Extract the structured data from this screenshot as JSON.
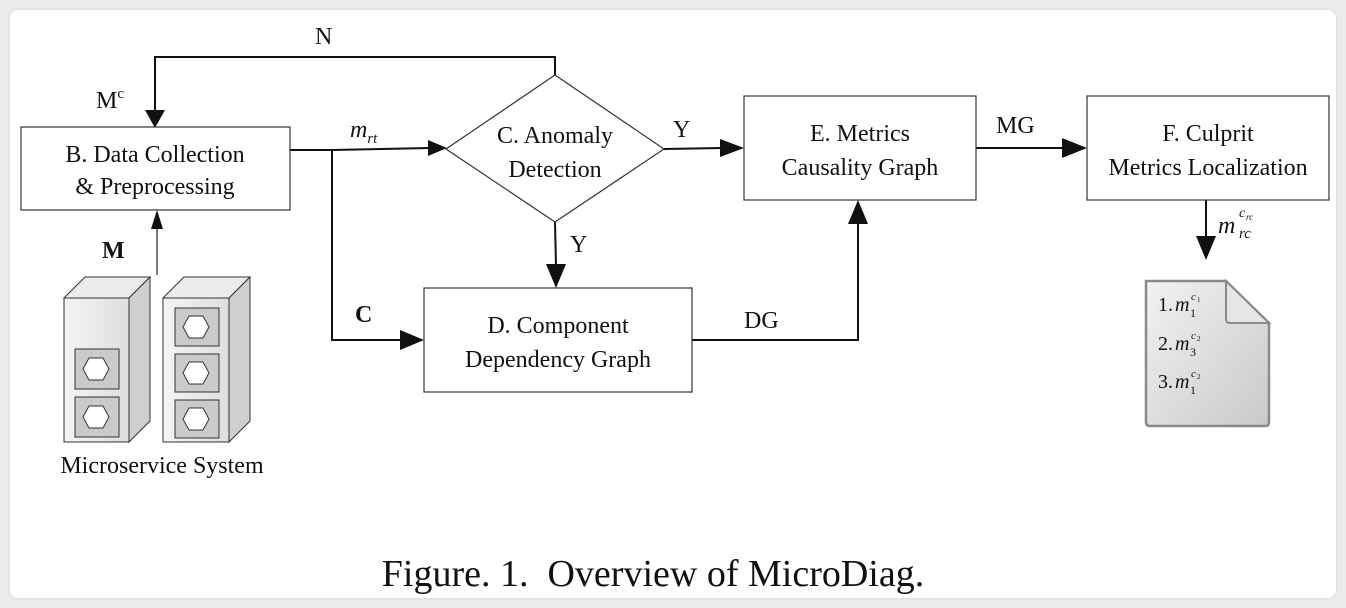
{
  "boxes": {
    "data_collection": [
      "B. Data Collection",
      "& Preprocessing"
    ],
    "anomaly_detection": [
      "C. Anomaly",
      "Detection"
    ],
    "metrics_causality": [
      "E. Metrics",
      "Causality Graph"
    ],
    "culprit_localization": [
      "F. Culprit",
      "Metrics Localization"
    ],
    "component_dependency": [
      "D. Component",
      "Dependency Graph"
    ]
  },
  "edge_labels": {
    "loop_no": "N",
    "mc_base": "M",
    "mc_sup": "c",
    "m_input": "M",
    "mrt_base": "m",
    "mrt_sub": "rt",
    "yes_right": "Y",
    "yes_down": "Y",
    "c_label": "C",
    "mg": "MG",
    "dg": "DG",
    "mrc_base": "m",
    "mrc_sub": "rc",
    "mrc_sup": "c",
    "mrc_sup_sub": "rc"
  },
  "microservice_label": "Microservice System",
  "ranked_list": [
    {
      "num": "1.",
      "base": "m",
      "sub": "1",
      "sup": "c",
      "sup_sub": "1"
    },
    {
      "num": "2.",
      "base": "m",
      "sub": "3",
      "sup": "c",
      "sup_sub": "2"
    },
    {
      "num": "3.",
      "base": "m",
      "sub": "1",
      "sup": "c",
      "sup_sub": "2"
    }
  ],
  "caption": "Figure. 1.  Overview of MicroDiag."
}
